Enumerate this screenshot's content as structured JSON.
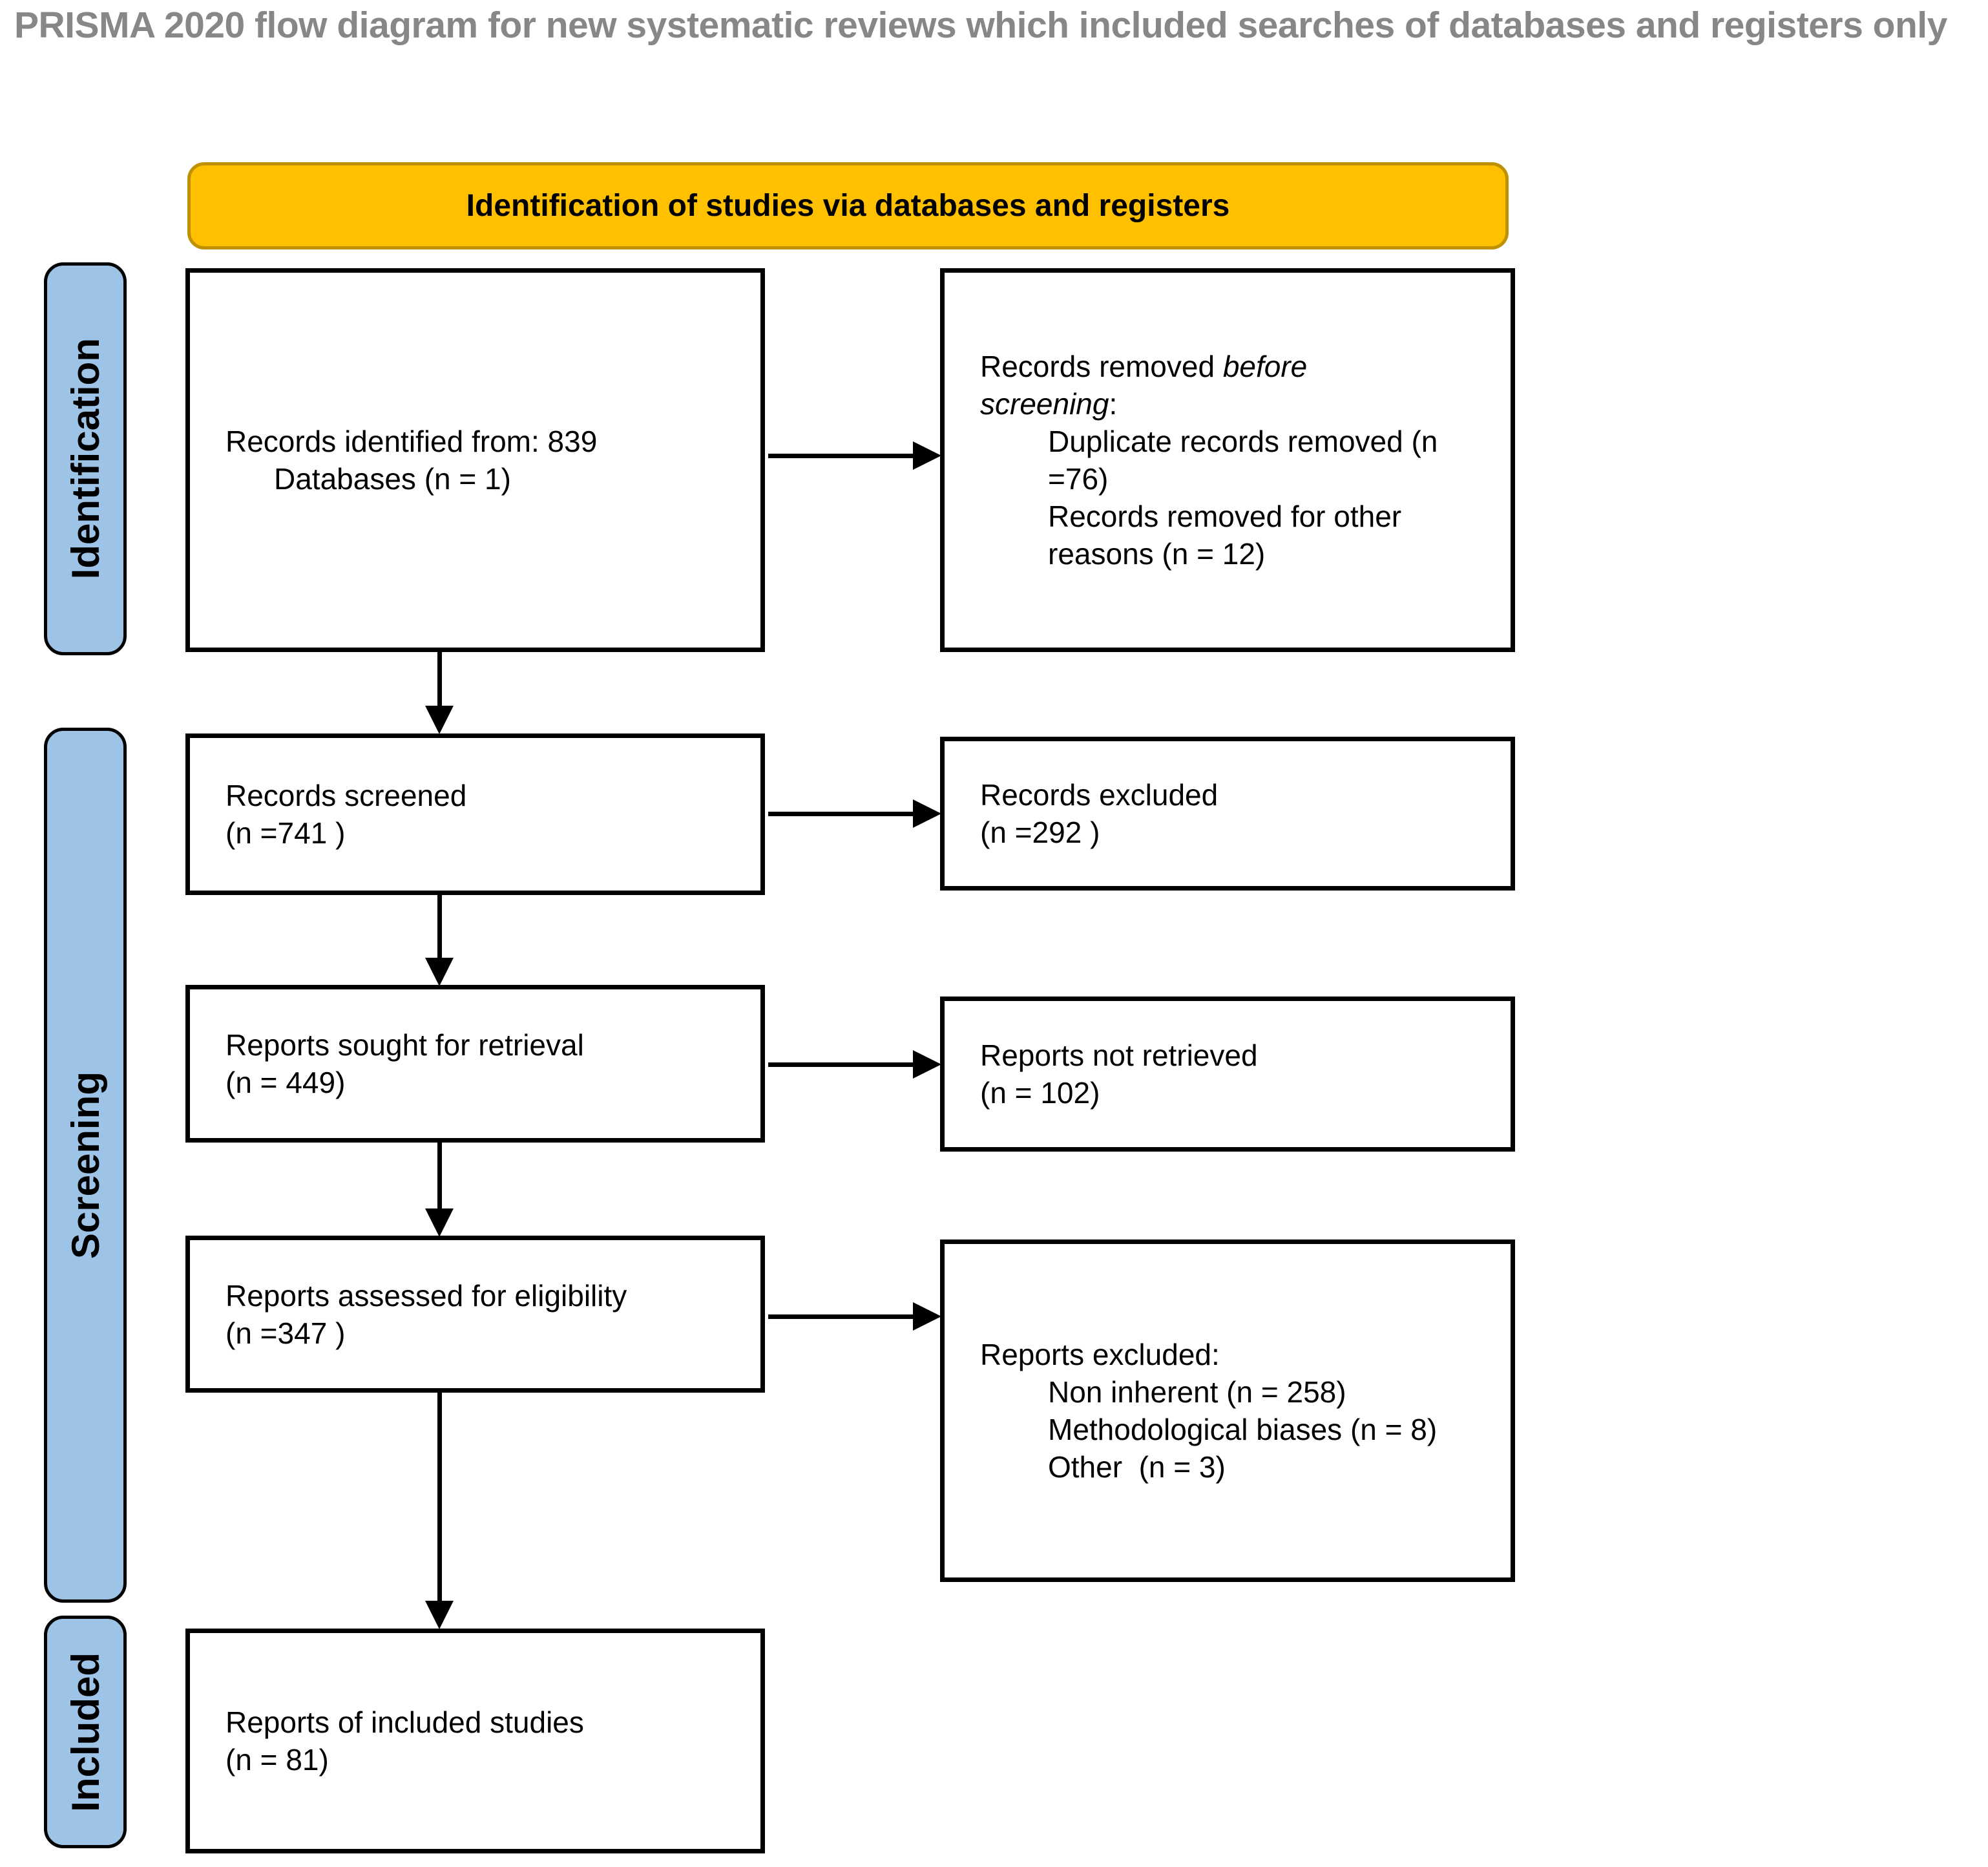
{
  "title": "PRISMA 2020 flow diagram for new systematic reviews which included searches of databases and registers only",
  "banner": {
    "label": "Identification of studies via databases and registers"
  },
  "colors": {
    "banner_fill": "#FFC000",
    "banner_border": "#BF9000",
    "sidebar_fill": "#9DC3E6",
    "title_gray": "#878787",
    "box_border": "#000000"
  },
  "sidebar": {
    "items": [
      {
        "label": "Identification"
      },
      {
        "label": "Screening"
      },
      {
        "label": "Included"
      }
    ]
  },
  "boxes": {
    "records_identified": {
      "line1": "Records identified from: 839",
      "line2": "Databases (n = 1)"
    },
    "records_removed": {
      "intro_text": "Records removed ",
      "intro_italic": "before screening",
      "intro_colon": ":",
      "items": [
        "Duplicate records removed (n =76)",
        "Records removed for other reasons (n = 12)"
      ]
    },
    "records_screened": {
      "line1": "Records screened",
      "line2": "(n =741 )"
    },
    "records_excluded": {
      "line1": "Records excluded",
      "line2": "(n =292 )"
    },
    "reports_sought": {
      "line1": "Reports sought for retrieval",
      "line2": "(n = 449)"
    },
    "reports_not_retrieved": {
      "line1": "Reports not retrieved",
      "line2": "(n = 102)"
    },
    "reports_assessed": {
      "line1": "Reports assessed for eligibility",
      "line2": "(n =347 )"
    },
    "reports_excluded": {
      "intro": "Reports excluded:",
      "items": [
        "Non inherent (n = 258)",
        "Methodological biases (n = 8)",
        "Other  (n = 3)"
      ]
    },
    "reports_included": {
      "line1": "Reports of included studies",
      "line2": "(n = 81)"
    }
  }
}
